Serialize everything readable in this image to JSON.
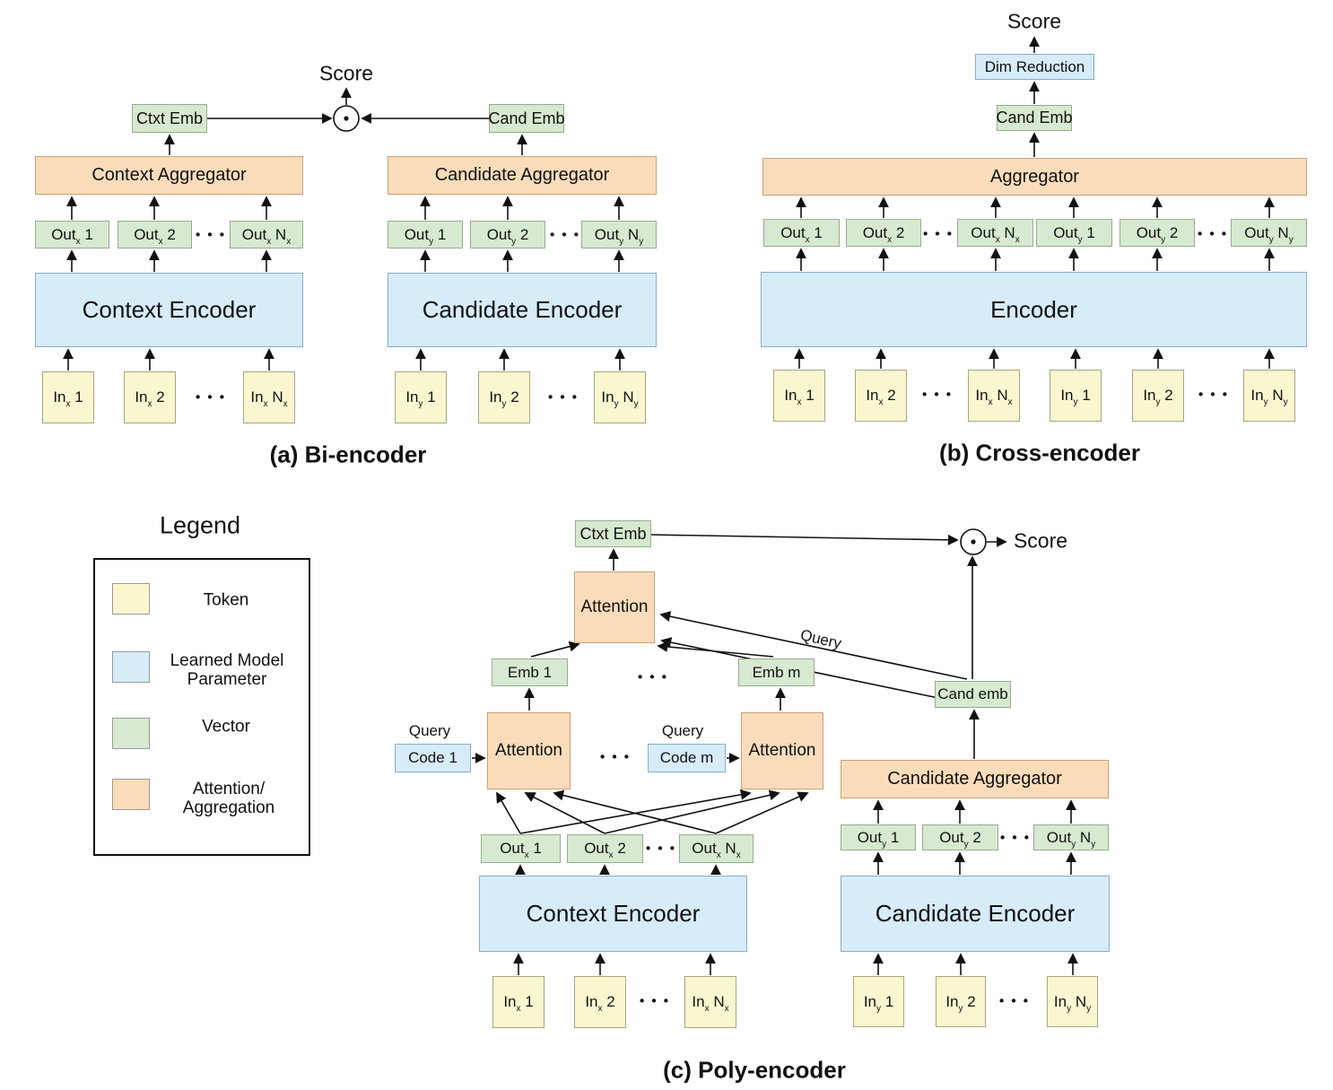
{
  "figure": {
    "dots": "• • •",
    "score": "Score",
    "query": "Query"
  },
  "panels": {
    "a": {
      "caption": "(a) Bi-encoder",
      "score": "Score",
      "ctxt_emb": "Ctxt Emb",
      "cand_emb": "Cand Emb",
      "context_aggregator": "Context Aggregator",
      "candidate_aggregator": "Candidate Aggregator",
      "context_encoder": "Context Encoder",
      "candidate_encoder": "Candidate Encoder"
    },
    "b": {
      "caption": "(b) Cross-encoder",
      "score": "Score",
      "dim_reduction": "Dim Reduction",
      "cand_emb": "Cand Emb",
      "aggregator": "Aggregator",
      "encoder": "Encoder"
    },
    "c": {
      "caption": "(c) Poly-encoder",
      "score": "Score",
      "ctxt_emb": "Ctxt Emb",
      "attention": "Attention",
      "emb_1": "Emb 1",
      "emb_m": "Emb m",
      "query": "Query",
      "code_1": "Code 1",
      "code_m": "Code m",
      "cand_emb": "Cand emb",
      "candidate_aggregator": "Candidate Aggregator",
      "context_encoder": "Context Encoder",
      "candidate_encoder": "Candidate Encoder"
    }
  },
  "sub_labels": {
    "outx1": {
      "b": "Out",
      "s": "x",
      "r": " 1"
    },
    "outx2": {
      "b": "Out",
      "s": "x",
      "r": " 2"
    },
    "outxN": {
      "b": "Out",
      "s": "x",
      "r": " N",
      "s2": "x"
    },
    "outy1": {
      "b": "Out",
      "s": "y",
      "r": " 1"
    },
    "outy2": {
      "b": "Out",
      "s": "y",
      "r": " 2"
    },
    "outyN": {
      "b": "Out",
      "s": "y",
      "r": " N",
      "s2": "y"
    },
    "inx1": {
      "b": "In",
      "s": "x",
      "r": " 1"
    },
    "inx2": {
      "b": "In",
      "s": "x",
      "r": " 2"
    },
    "inxN": {
      "b": "In",
      "s": "x",
      "r": " N",
      "s2": "x"
    },
    "iny1": {
      "b": "In",
      "s": "y",
      "r": " 1"
    },
    "iny2": {
      "b": "In",
      "s": "y",
      "r": " 2"
    },
    "inyN": {
      "b": "In",
      "s": "y",
      "r": " N",
      "s2": "y"
    }
  },
  "legend": {
    "title": "Legend",
    "items": [
      {
        "label": "Token",
        "color": "#faf7d0"
      },
      {
        "label": "Learned Model\nParameter",
        "color": "#d7ecf9"
      },
      {
        "label": "Vector",
        "color": "#d7e9d0"
      },
      {
        "label": "Attention/\nAggregation",
        "color": "#fbdcba"
      }
    ]
  },
  "colors": {
    "token_fill": "#faf7d0",
    "token_border": "#a6a67e",
    "parameter_fill": "#d7ecf9",
    "parameter_border": "#85aecb",
    "vector_fill": "#d7e9d0",
    "vector_border": "#96ad8e",
    "attention_fill": "#fbdcba",
    "attention_border": "#c9a074",
    "line": "#111111"
  }
}
